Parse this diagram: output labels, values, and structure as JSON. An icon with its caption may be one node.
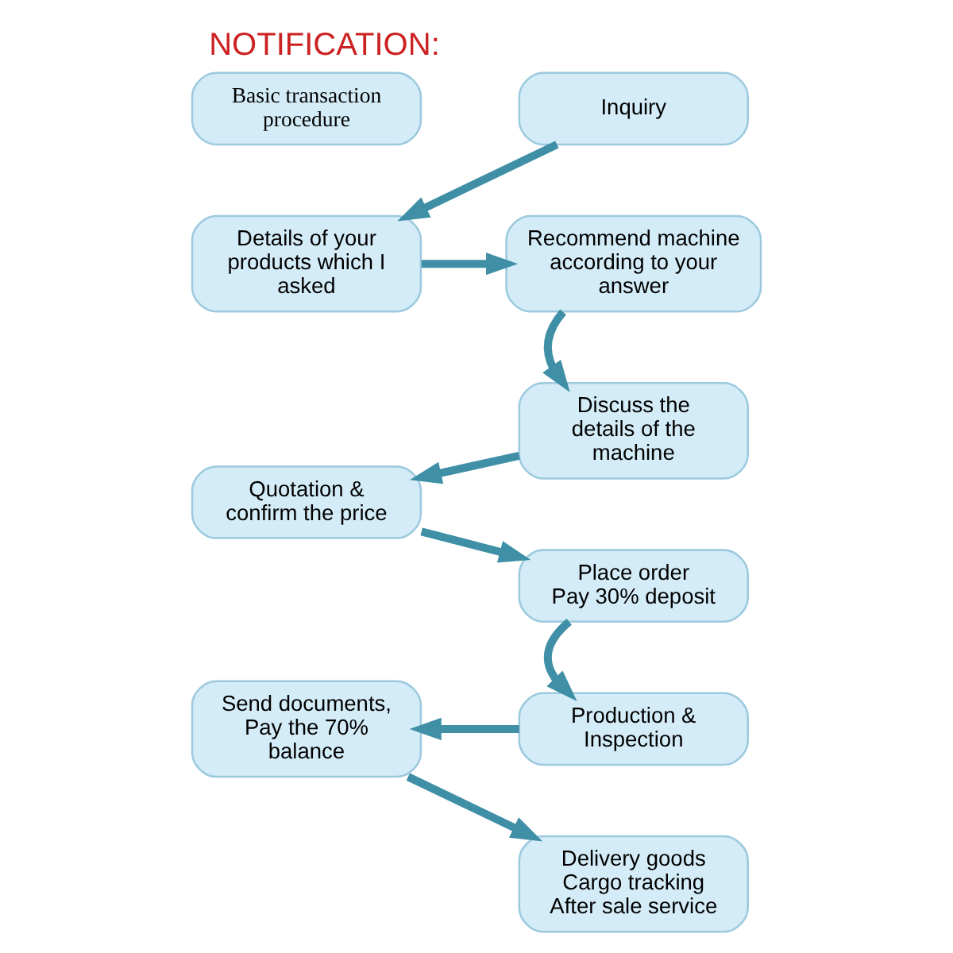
{
  "diagram": {
    "title": "NOTIFICATION:",
    "nodes": [
      {
        "text": [
          "Basic transaction procedure"
        ]
      },
      {
        "text": [
          "Inquiry"
        ]
      },
      {
        "text": [
          "Details of your products which I asked"
        ]
      },
      {
        "text": [
          "Recommend machine according to your answer"
        ]
      },
      {
        "text": [
          "Place order",
          "Pay 30% deposit"
        ]
      },
      {
        "text": [
          "Quotation & confirm the price"
        ]
      },
      {
        "text": [
          "Discuss the details of the machine"
        ]
      },
      {
        "text": [
          "Production & Inspection"
        ]
      },
      {
        "text": [
          "Send documents, Pay the 70% balance"
        ]
      },
      {
        "text": [
          "Delivery goods",
          "Cargo tracking",
          "After sale service"
        ]
      }
    ],
    "edges": [
      {
        "from": 1,
        "to": 2,
        "arrow": "to"
      },
      {
        "from": 2,
        "to": 3,
        "arrow": "to"
      },
      {
        "from": 3,
        "to": 6,
        "arrow": "to"
      },
      {
        "from": 6,
        "to": 5,
        "arrow": "to"
      },
      {
        "from": 5,
        "to": 4,
        "arrow": "to"
      },
      {
        "from": 4,
        "to": 7,
        "arrow": "to"
      },
      {
        "from": 7,
        "to": 8,
        "arrow": "to"
      },
      {
        "from": 8,
        "to": 9,
        "arrow": "to"
      }
    ]
  }
}
